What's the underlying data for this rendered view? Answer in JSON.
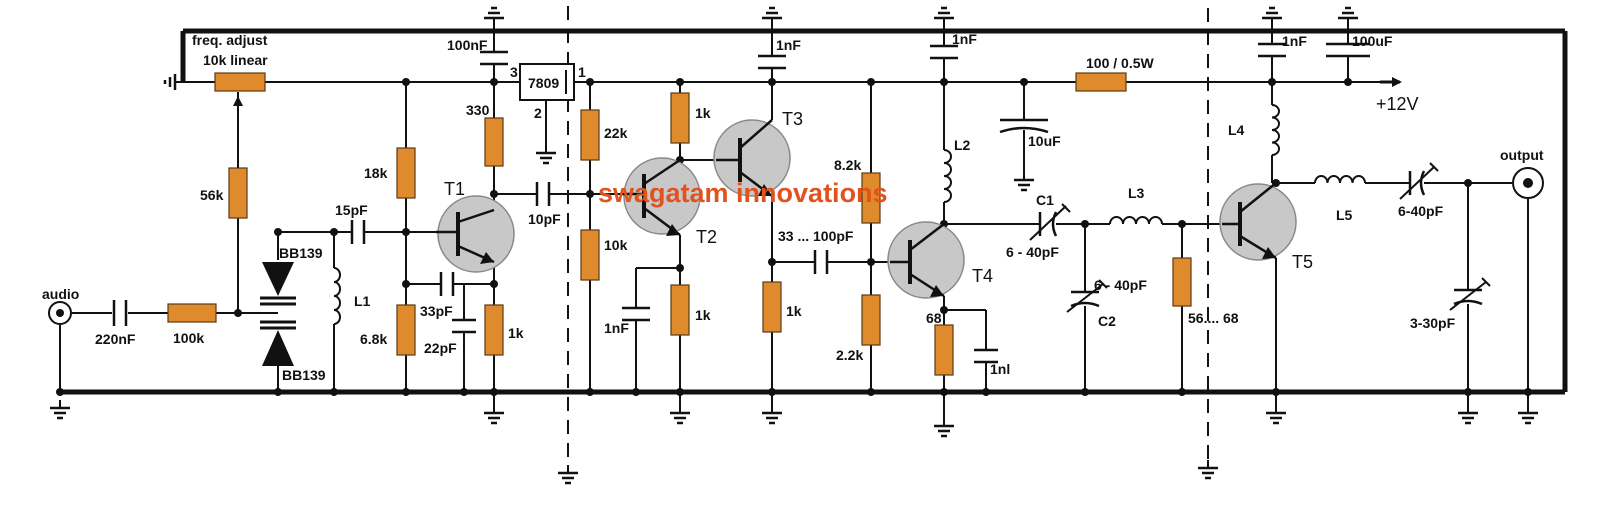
{
  "watermark": "swagatam innovations",
  "colors": {
    "wire": "#111111",
    "resistor": "#e08a2e",
    "transistor": "#c8c8c8",
    "watermark": "#e0521e"
  },
  "ports": {
    "audio": "audio",
    "output": "output",
    "supply": "+12V"
  },
  "regulator": {
    "name": "7809",
    "pin_in": "3",
    "pin_out": "1",
    "pin_gnd": "2"
  },
  "transistors": {
    "t1": "T1",
    "t2": "T2",
    "t3": "T3",
    "t4": "T4",
    "t5": "T5"
  },
  "labels": {
    "freq_adjust": "freq. adjust",
    "pot": "10k linear",
    "r56k": "56k",
    "c220n": "220nF",
    "r100k": "100k",
    "d1": "BB139",
    "d2": "BB139",
    "c15p": "15pF",
    "l1": "L1",
    "r18k": "18k",
    "r68k": "6.8k",
    "c33p": "33pF",
    "c22p": "22pF",
    "r330": "330",
    "c100n": "100nF",
    "r1k_t1": "1k",
    "c10p": "10pF",
    "r22k": "22k",
    "r10k": "10k",
    "r1k_top": "1k",
    "c1n_t2": "1nF",
    "r1k_t2e": "1k",
    "c1n_t3": "1nF",
    "c33_100p": "33 ... 100pF",
    "r1k_t3e": "1k",
    "r82k": "8.2k",
    "r22k_t4": "2.2k",
    "c1n_t4top": "1nF",
    "l2": "L2",
    "r68": "68",
    "c1n_t4e": "1nl",
    "r100": "100 / 0.5W",
    "c10u": "10uF",
    "c1": "C1",
    "c1_val": "6 - 40pF",
    "c2": "C2",
    "c2_val": "6 - 40pF",
    "l3": "L3",
    "r56_68": "56.... 68",
    "c1n_t5": "1nF",
    "c100u": "100uF",
    "l4": "L4",
    "l5": "L5",
    "c6_40": "6-40pF",
    "c3_30": "3-30pF"
  }
}
